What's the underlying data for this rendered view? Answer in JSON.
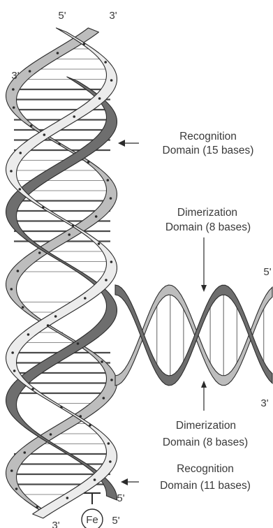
{
  "colors": {
    "strand_light": "#ececec",
    "strand_mid": "#bdbdbd",
    "strand_probe": "#6e6e6e",
    "strand_outline": "#2b2b2b",
    "base_pair": "#8c8c8c",
    "base_pair_probe": "#4a4a4a",
    "label_text": "#3a3a3a"
  },
  "helix_ends": {
    "top_5": "5'",
    "top_3": "3'",
    "left_3": "3'",
    "bottom_3": "3'",
    "bottom_5": "5'"
  },
  "branch_ends": {
    "end_5": "5'",
    "end_3": "3'"
  },
  "probe_end": "5'",
  "fe_label": "Fe",
  "labels": {
    "recognition_top": {
      "line1": "Recognition",
      "line2": "Domain (15 bases)"
    },
    "dimerization_top": {
      "line1": "Dimerization",
      "line2": "Domain  (8 bases)"
    },
    "dimerization_bottom": {
      "line1": "Dimerization",
      "line2": "Domain  (8 bases)"
    },
    "recognition_bottom": {
      "line1": "Recognition",
      "line2": "Domain (11 bases)"
    }
  }
}
